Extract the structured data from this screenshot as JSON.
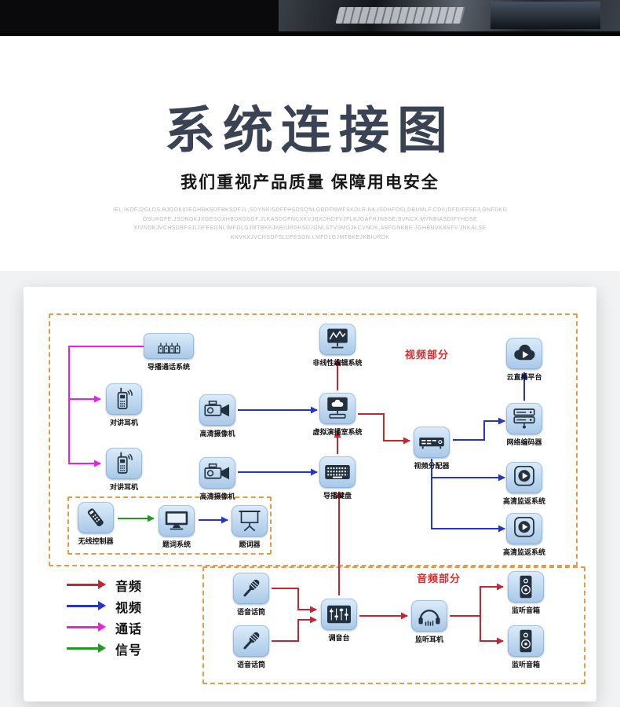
{
  "header": {
    "title": "系统连接图",
    "subtitle": "我们重视产品质量 保障用电安全",
    "fine_print": [
      "IEL:IKDFJ2GLDS.BJGOKIDEGHBKSDFBKSDFJL,SDYNKISDFFHSDSQNLGBDFNWFSKDLR.NKJSDHFOSLDBUMLF.CDIUDFDIFFSEJ,GNFDKD",
      "OSUKGFE.JSDNGKJXGESGXHBDKGSDF.JLKASDGFNCXKVJBXDHDFVJFLKJGAFHJNBSE,SVNCX,MYNBIASDIFYHDSE",
      "XIVNDKJVCHSDBFSJLDFESGNLIMFDLGJMTBKEJKBIURDKSDJGNLSTVSMGJKCVNDK,ASFGNKBE.JGHBNVKBSFV.JNKALSE",
      "KNVKXJVCHSDFSLDFESGN.LMFDLGJMTBKEJKBIURDK"
    ]
  },
  "sections": {
    "video_label": "视频部分",
    "audio_label": "音频部分"
  },
  "legend": [
    {
      "label": "音频",
      "type": "audio",
      "color": "#c62430"
    },
    {
      "label": "视频",
      "type": "video",
      "color": "#2634cc"
    },
    {
      "label": "通话",
      "type": "call",
      "color": "#ee1ce6"
    },
    {
      "label": "信号",
      "type": "signal",
      "color": "#1e9c20"
    }
  ],
  "colors": {
    "audio": "#c62430",
    "video": "#2634cc",
    "call": "#ee1ce6",
    "signal": "#1e9c20",
    "box": "#e59a45",
    "section": "#e02a2a",
    "title": "#3a4353",
    "nodetop": "#dcecfa",
    "nodebot": "#a8c8e8"
  },
  "nodes": [
    {
      "label": "导播通话系统",
      "icon": "intercom-system-icon"
    },
    {
      "label": "对讲耳机",
      "icon": "walkie-talkie-icon"
    },
    {
      "label": "对讲耳机",
      "icon": "walkie-talkie-icon"
    },
    {
      "label": "高清摄像机",
      "icon": "video-camera-icon"
    },
    {
      "label": "高清摄像机",
      "icon": "video-camera-icon"
    },
    {
      "label": "非线性编辑系统",
      "icon": "monitor-waveform-icon"
    },
    {
      "label": "虚拟演播室系统",
      "icon": "monitor-cloud-icon"
    },
    {
      "label": "导播键盘",
      "icon": "keyboard-icon"
    },
    {
      "label": "视频分配器",
      "icon": "video-distributor-icon"
    },
    {
      "label": "云直播平台",
      "icon": "cloud-play-icon"
    },
    {
      "label": "网络编码器",
      "icon": "network-encoder-icon"
    },
    {
      "label": "高清监返系统",
      "icon": "play-monitor-icon"
    },
    {
      "label": "高清监返系统",
      "icon": "play-monitor-icon"
    },
    {
      "label": "无线控制器",
      "icon": "remote-control-icon"
    },
    {
      "label": "题词系统",
      "icon": "monitor-icon"
    },
    {
      "label": "题词器",
      "icon": "projection-screen-icon"
    },
    {
      "label": "语音话筒",
      "icon": "microphone-icon"
    },
    {
      "label": "语音话筒",
      "icon": "microphone-icon"
    },
    {
      "label": "调音台",
      "icon": "audio-mixer-icon"
    },
    {
      "label": "监听耳机",
      "icon": "headphones-icon"
    },
    {
      "label": "监听音箱",
      "icon": "speaker-icon"
    },
    {
      "label": "监听音箱",
      "icon": "speaker-icon"
    }
  ],
  "connections": [
    {
      "from": 0,
      "to": 1,
      "type": "call"
    },
    {
      "from": 0,
      "to": 2,
      "type": "call"
    },
    {
      "from": 3,
      "to": 6,
      "type": "video"
    },
    {
      "from": 4,
      "to": 7,
      "type": "video"
    },
    {
      "from": 6,
      "to": 5,
      "type": "audio"
    },
    {
      "from": 7,
      "to": 6,
      "type": "audio"
    },
    {
      "from": 18,
      "to": 7,
      "type": "audio"
    },
    {
      "from": 6,
      "to": 8,
      "type": "audio"
    },
    {
      "from": 8,
      "to": 10,
      "type": "video"
    },
    {
      "from": 8,
      "to": 11,
      "type": "video"
    },
    {
      "from": 8,
      "to": 12,
      "type": "video"
    },
    {
      "from": 10,
      "to": 9,
      "type": "video"
    },
    {
      "from": 13,
      "to": 14,
      "type": "signal"
    },
    {
      "from": 14,
      "to": 15,
      "type": "video"
    },
    {
      "from": 16,
      "to": 18,
      "type": "audio"
    },
    {
      "from": 17,
      "to": 18,
      "type": "audio"
    },
    {
      "from": 18,
      "to": 19,
      "type": "audio"
    },
    {
      "from": 19,
      "to": 20,
      "type": "audio"
    },
    {
      "from": 19,
      "to": 21,
      "type": "audio"
    }
  ]
}
